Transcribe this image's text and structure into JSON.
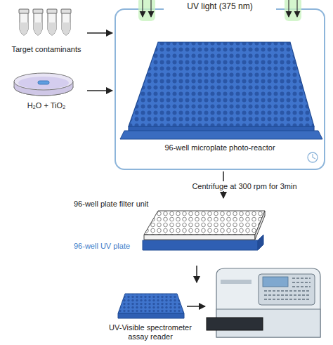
{
  "diagram": {
    "nodes": [
      {
        "text": [
          "Target contaminants"
        ]
      },
      {
        "text": [
          "H₂O + TiO₂"
        ]
      },
      {
        "text": [
          "UV light (375 nm)",
          "96-well microplate photo-reactor"
        ]
      },
      {
        "text": [
          "96-well plate filter unit",
          "96-well UV plate"
        ]
      },
      {
        "text": [
          "UV-Visible spectrometer assay reader"
        ]
      }
    ],
    "edges": [
      {
        "from": 0,
        "to": 2,
        "arrow": "to"
      },
      {
        "from": 1,
        "to": 2,
        "arrow": "to"
      },
      {
        "from": 2,
        "to": 3,
        "label": "Centrifuge at 300 rpm for 3min",
        "arrow": "to"
      },
      {
        "from": 3,
        "to": 4,
        "arrow": "to"
      }
    ]
  }
}
